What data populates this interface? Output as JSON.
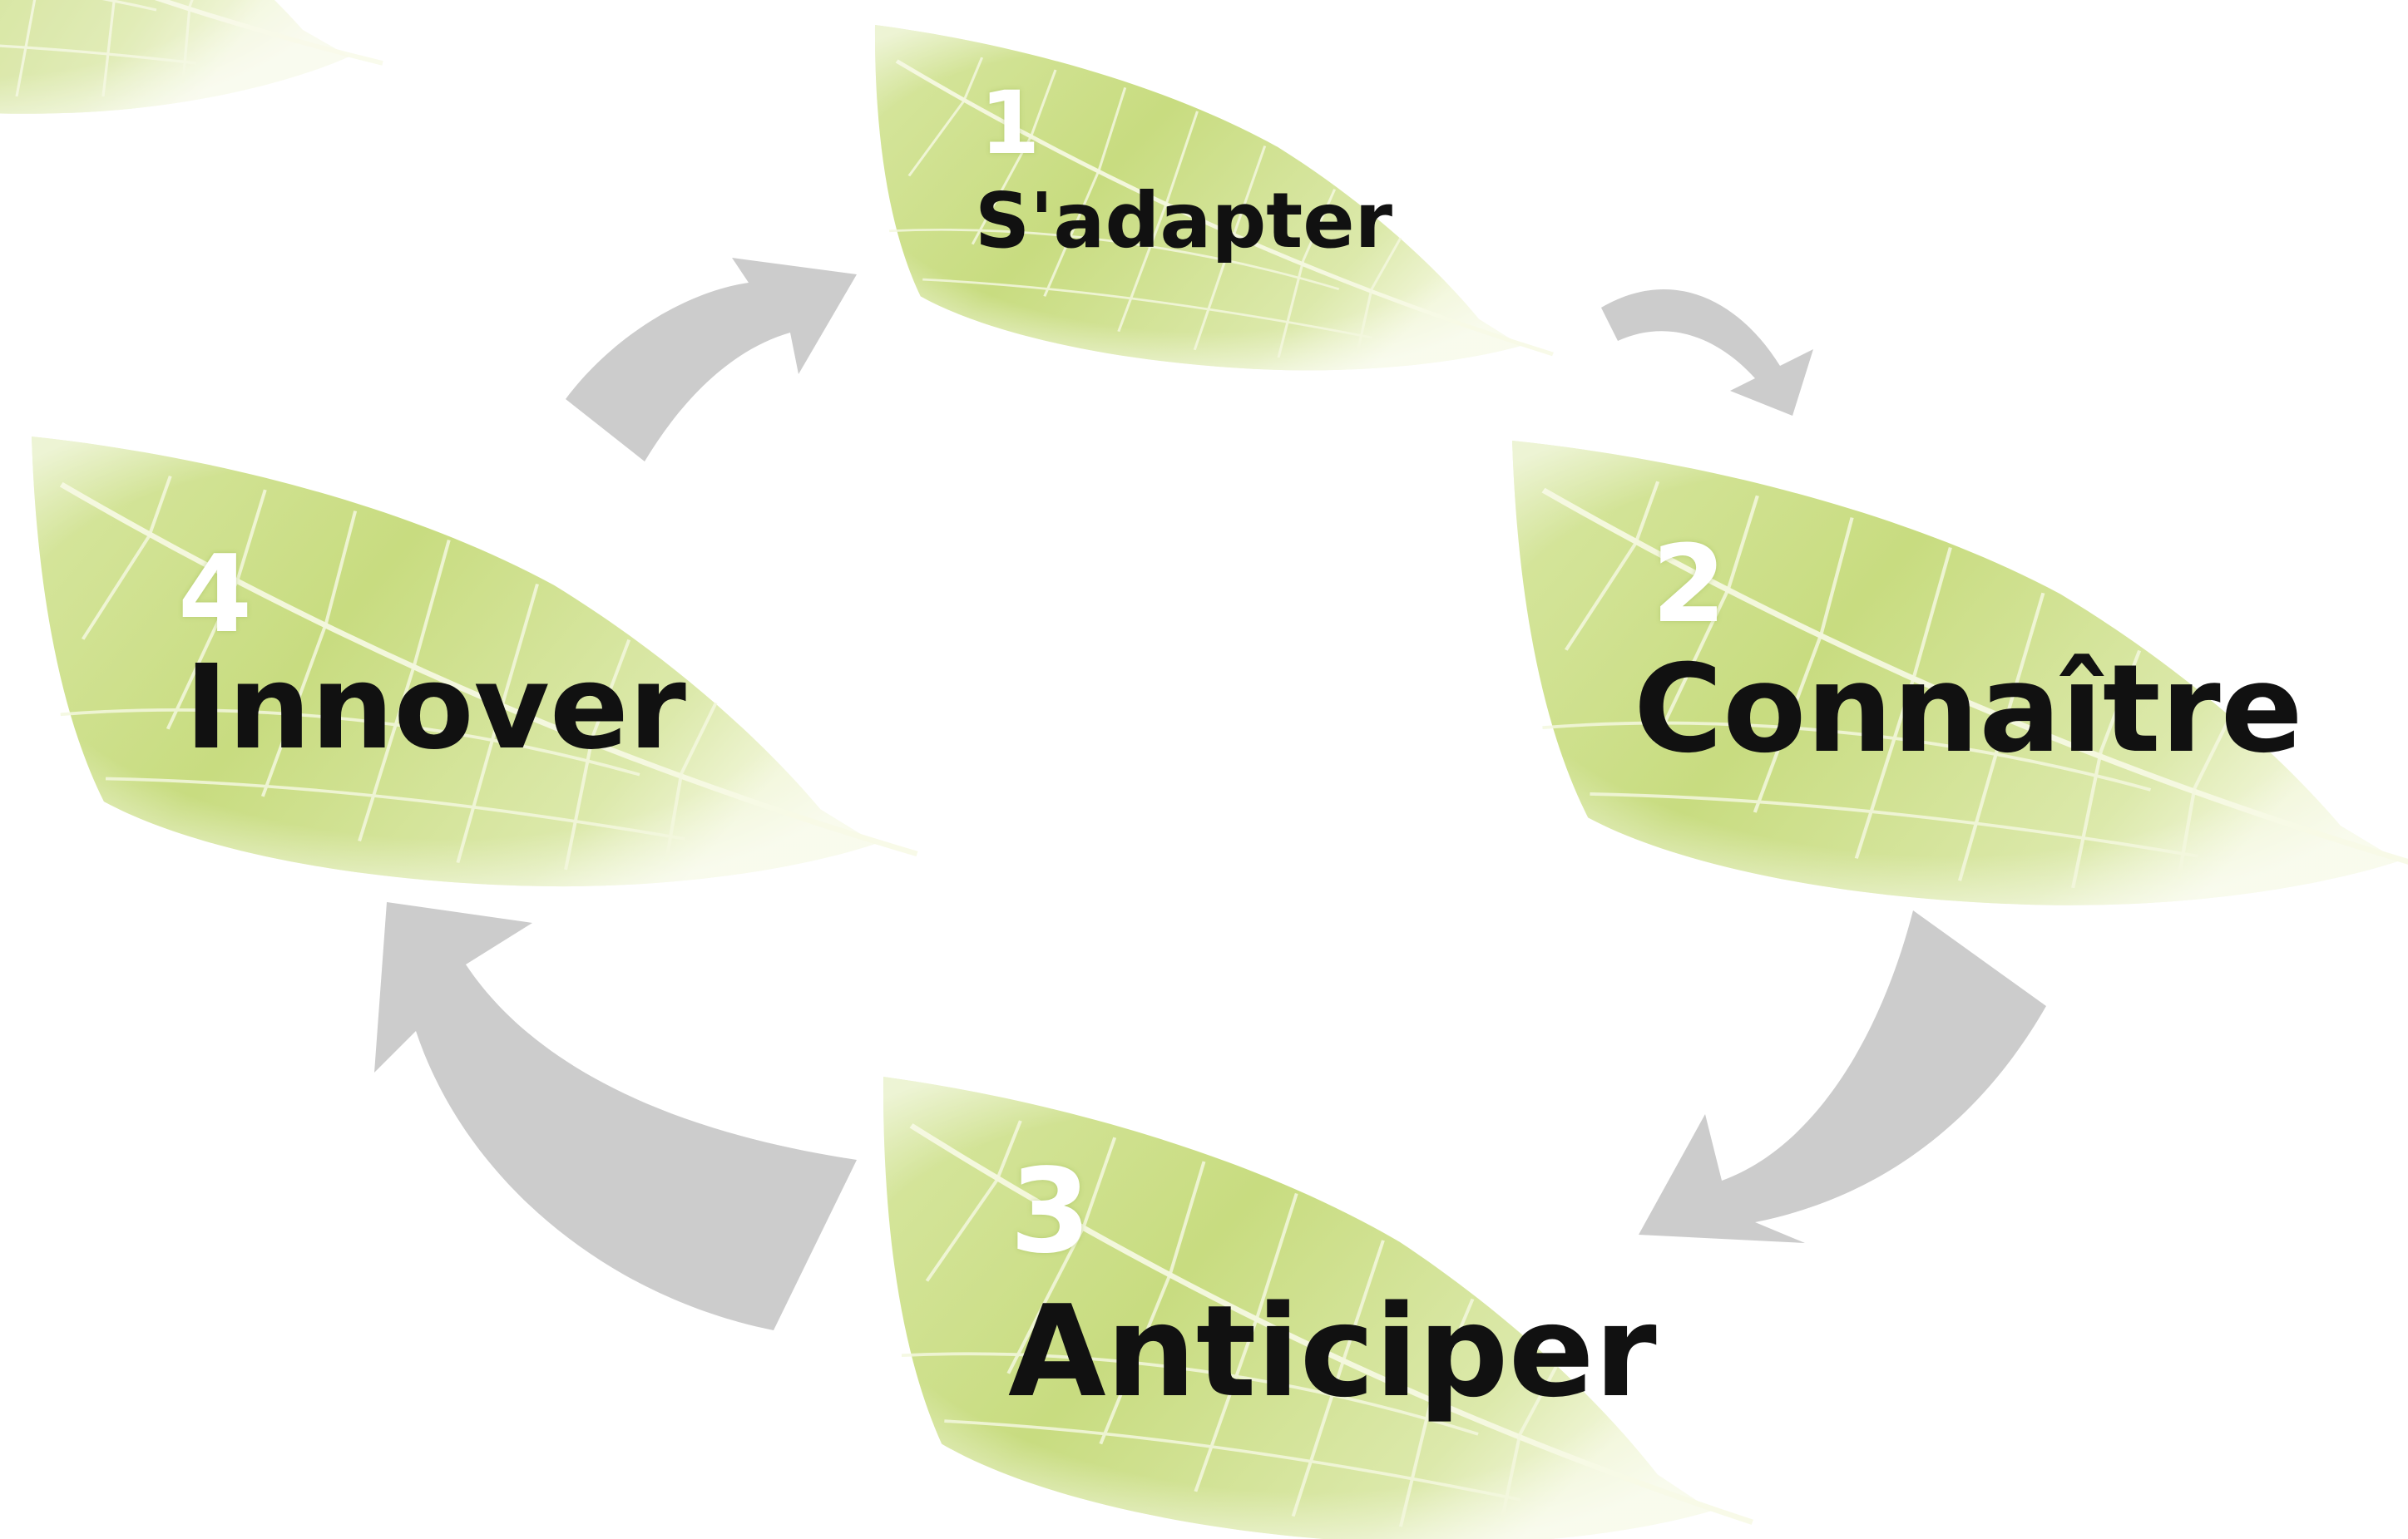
{
  "diagram": {
    "type": "cycle",
    "steps": [
      {
        "number": "1",
        "label": "S'adapter"
      },
      {
        "number": "2",
        "label": "Connaître"
      },
      {
        "number": "3",
        "label": "Anticiper"
      },
      {
        "number": "4",
        "label": "Innover"
      }
    ],
    "colors": {
      "leaf_light": "#f4f7e2",
      "leaf_mid": "#d5e59a",
      "leaf_dark": "#b7cf6a",
      "leaf_vein": "#fbfdf0",
      "arrow": "#cccccc",
      "number_text": "#ffffff",
      "label_text": "#111111",
      "background": "#ffffff"
    }
  }
}
